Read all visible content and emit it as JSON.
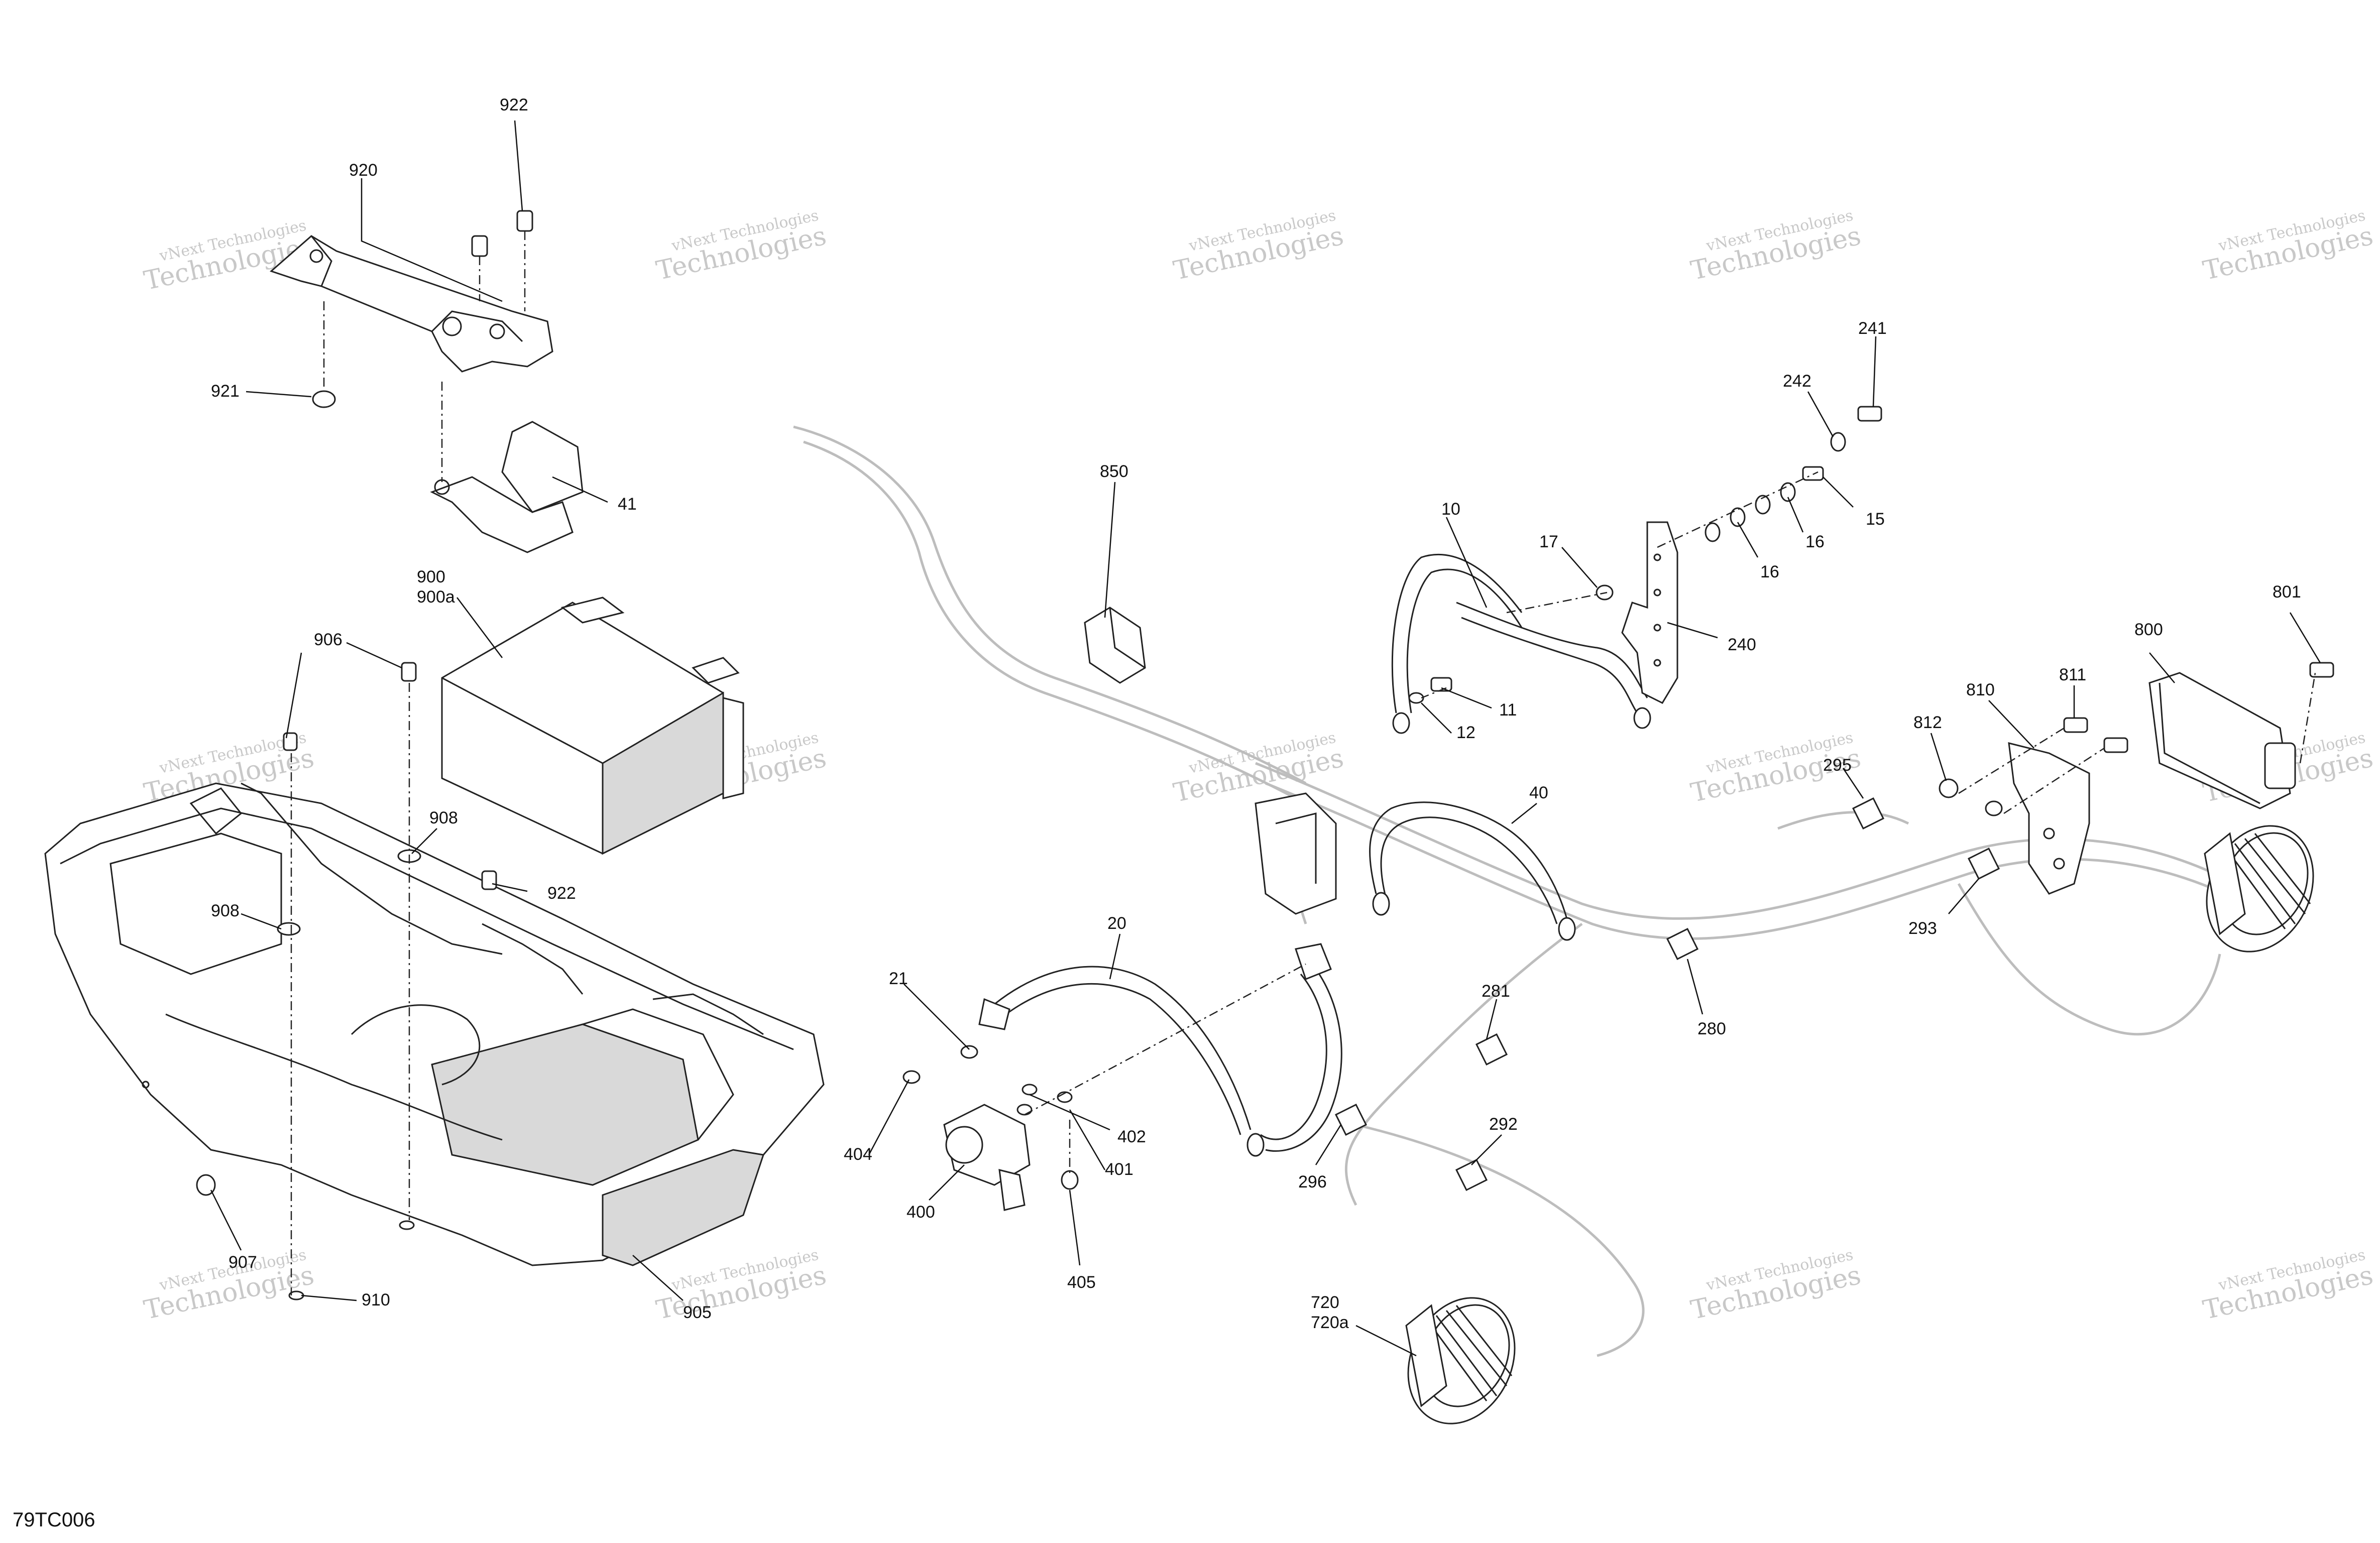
{
  "diagram": {
    "reference_code": "79TC006",
    "watermark": {
      "line1": "vNext Technologies",
      "line2": "Technologies"
    },
    "callouts": [
      {
        "id": "922a",
        "label": "922"
      },
      {
        "id": "920",
        "label": "920"
      },
      {
        "id": "921",
        "label": "921"
      },
      {
        "id": "41",
        "label": "41"
      },
      {
        "id": "900",
        "label": "900"
      },
      {
        "id": "900a",
        "label": "900a"
      },
      {
        "id": "906",
        "label": "906"
      },
      {
        "id": "908a",
        "label": "908"
      },
      {
        "id": "922b",
        "label": "922"
      },
      {
        "id": "908b",
        "label": "908"
      },
      {
        "id": "907",
        "label": "907"
      },
      {
        "id": "910",
        "label": "910"
      },
      {
        "id": "905",
        "label": "905"
      },
      {
        "id": "850",
        "label": "850"
      },
      {
        "id": "10",
        "label": "10"
      },
      {
        "id": "17",
        "label": "17"
      },
      {
        "id": "242",
        "label": "242"
      },
      {
        "id": "241",
        "label": "241"
      },
      {
        "id": "15",
        "label": "15"
      },
      {
        "id": "16a",
        "label": "16"
      },
      {
        "id": "16b",
        "label": "16"
      },
      {
        "id": "240",
        "label": "240"
      },
      {
        "id": "11",
        "label": "11"
      },
      {
        "id": "12",
        "label": "12"
      },
      {
        "id": "40",
        "label": "40"
      },
      {
        "id": "20",
        "label": "20"
      },
      {
        "id": "21",
        "label": "21"
      },
      {
        "id": "404",
        "label": "404"
      },
      {
        "id": "402",
        "label": "402"
      },
      {
        "id": "401",
        "label": "401"
      },
      {
        "id": "400",
        "label": "400"
      },
      {
        "id": "405",
        "label": "405"
      },
      {
        "id": "281",
        "label": "281"
      },
      {
        "id": "280",
        "label": "280"
      },
      {
        "id": "292",
        "label": "292"
      },
      {
        "id": "296",
        "label": "296"
      },
      {
        "id": "720",
        "label": "720"
      },
      {
        "id": "720a",
        "label": "720a"
      },
      {
        "id": "295",
        "label": "295"
      },
      {
        "id": "293",
        "label": "293"
      },
      {
        "id": "812",
        "label": "812"
      },
      {
        "id": "810",
        "label": "810"
      },
      {
        "id": "811",
        "label": "811"
      },
      {
        "id": "800",
        "label": "800"
      },
      {
        "id": "801",
        "label": "801"
      }
    ]
  }
}
